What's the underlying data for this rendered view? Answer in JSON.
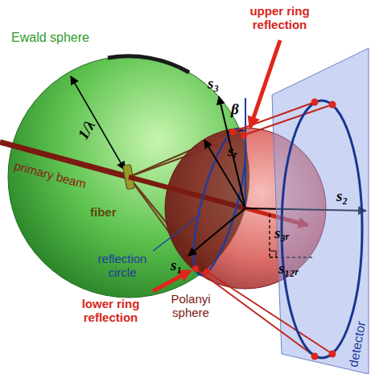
{
  "diagram": {
    "labels": [
      "upper ring reflection",
      "Ewald sphere",
      "s₃",
      "β",
      "1/λ",
      "sᵣ",
      "primary beam",
      "s₂",
      "fiber",
      "reflection circle",
      "s₁",
      "s₃ᵣ",
      "s₁₂ᵣ",
      "Polanyi sphere",
      "lower ring reflection",
      "detector"
    ]
  }
}
